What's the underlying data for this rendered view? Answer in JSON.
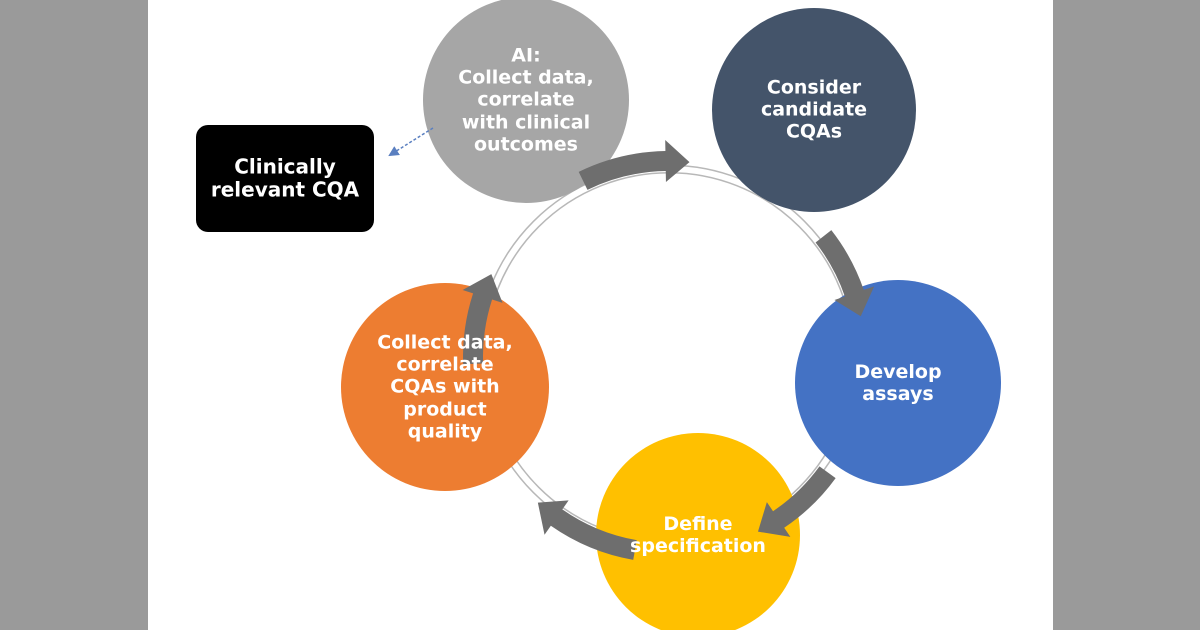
{
  "diagram": {
    "colors": {
      "background": "#9a9a9a",
      "panel": "#ffffff",
      "arrow": "#6e6e6e",
      "ring": "#b8b8b8",
      "pointer": "#5a7fc0",
      "black_box": "#000000",
      "text": "#ffffff"
    },
    "nodes": [
      {
        "id": "ai",
        "title": "AI:",
        "lines": [
          "Collect data,",
          "correlate",
          "with clinical",
          "outcomes"
        ],
        "color": "#a6a6a6"
      },
      {
        "id": "consider",
        "lines": [
          "Consider",
          "candidate",
          "CQAs"
        ],
        "color": "#44546a"
      },
      {
        "id": "assays",
        "lines": [
          "Develop",
          "assays"
        ],
        "color": "#4472c4"
      },
      {
        "id": "spec",
        "lines": [
          "Define",
          "specification"
        ],
        "color": "#ffc000"
      },
      {
        "id": "collect",
        "lines": [
          "Collect data,",
          "correlate",
          "CQAs with",
          "product",
          "quality"
        ],
        "color": "#ed7d31"
      }
    ],
    "output_box": {
      "lines": [
        "Clinically",
        "relevant CQA"
      ]
    }
  }
}
